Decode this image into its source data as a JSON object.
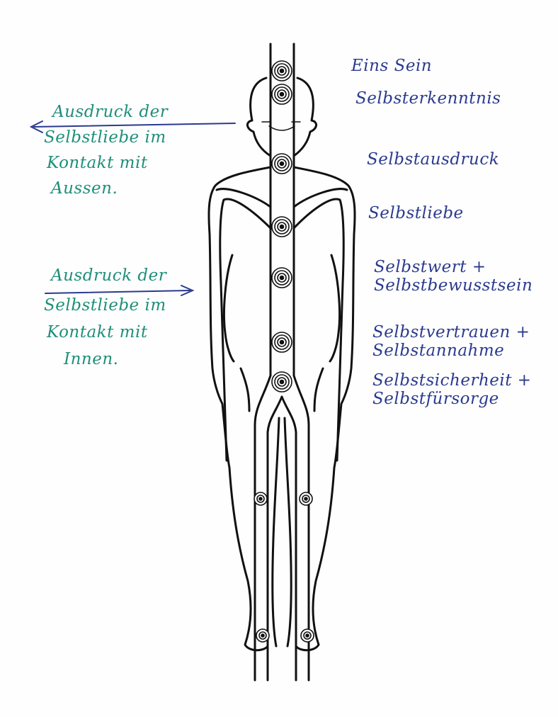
{
  "colors": {
    "blue_ink": "#2b3a8e",
    "green_ink": "#1f8f7a",
    "figure_stroke": "#111111"
  },
  "right_labels": [
    {
      "line1": "Eins Sein",
      "line2": ""
    },
    {
      "line1": "Selbsterkenntnis",
      "line2": ""
    },
    {
      "line1": "Selbstausdruck",
      "line2": ""
    },
    {
      "line1": "Selbstliebe",
      "line2": ""
    },
    {
      "line1": "Selbstwert +",
      "line2": "Selbstbewusstsein"
    },
    {
      "line1": "Selbstvertrauen +",
      "line2": "Selbstannahme"
    },
    {
      "line1": "Selbstsicherheit +",
      "line2": "Selbstfürsorge"
    }
  ],
  "left_notes": [
    {
      "line1": "Ausdruck der",
      "line2": "Selbstliebe im",
      "line3": "Kontakt mit",
      "line4": "Aussen.",
      "arrow": "left"
    },
    {
      "line1": "Ausdruck der",
      "line2": "Selbstliebe im",
      "line3": "Kontakt mit",
      "line4": "Innen.",
      "arrow": "right"
    }
  ]
}
